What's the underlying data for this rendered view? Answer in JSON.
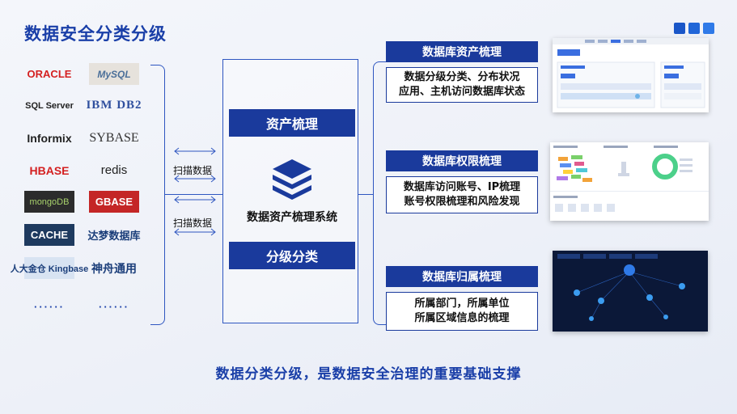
{
  "title": "数据安全分类分级",
  "logos": [
    {
      "name": "oracle",
      "text": "ORACLE"
    },
    {
      "name": "mysql",
      "text": "MySQL"
    },
    {
      "name": "sqlserver",
      "text": "SQL Server"
    },
    {
      "name": "ibm-db2",
      "text": "IBM DB2"
    },
    {
      "name": "informix",
      "text": "Informix"
    },
    {
      "name": "sybase",
      "text": "SYBASE"
    },
    {
      "name": "hbase",
      "text": "HBASE"
    },
    {
      "name": "redis",
      "text": "redis"
    },
    {
      "name": "mongodb",
      "text": "mongoDB"
    },
    {
      "name": "gbase",
      "text": "GBASE"
    },
    {
      "name": "cache",
      "text": "CACHE"
    },
    {
      "name": "dameng",
      "text": "达梦数据库"
    },
    {
      "name": "kingbase",
      "text": "人大金仓 Kingbase"
    },
    {
      "name": "shenzhou",
      "text": "神舟通用"
    },
    {
      "name": "more-left",
      "text": "······"
    },
    {
      "name": "more-right",
      "text": "······"
    }
  ],
  "scan_labels": [
    "扫描数据",
    "扫描数据"
  ],
  "center": {
    "top_label": "资产梳理",
    "system_name": "数据资产梳理系统",
    "bottom_label": "分级分类"
  },
  "cards": [
    {
      "title": "数据库资产梳理",
      "lines": [
        "数据分级分类、分布状况",
        "应用、主机访问数据库状态"
      ]
    },
    {
      "title": "数据库权限梳理",
      "lines": [
        "数据库访问账号、IP梳理",
        "账号权限梳理和风险发现"
      ]
    },
    {
      "title": "数据库归属梳理",
      "lines": [
        "所属部门，所属单位",
        "所属区域信息的梳理"
      ]
    }
  ],
  "bottom_text": "数据分类分级，是数据安全治理的重要基础支撑",
  "colors": {
    "primary": "#1a3a9c",
    "title": "#1a3fa8",
    "line": "#2e56c0"
  }
}
